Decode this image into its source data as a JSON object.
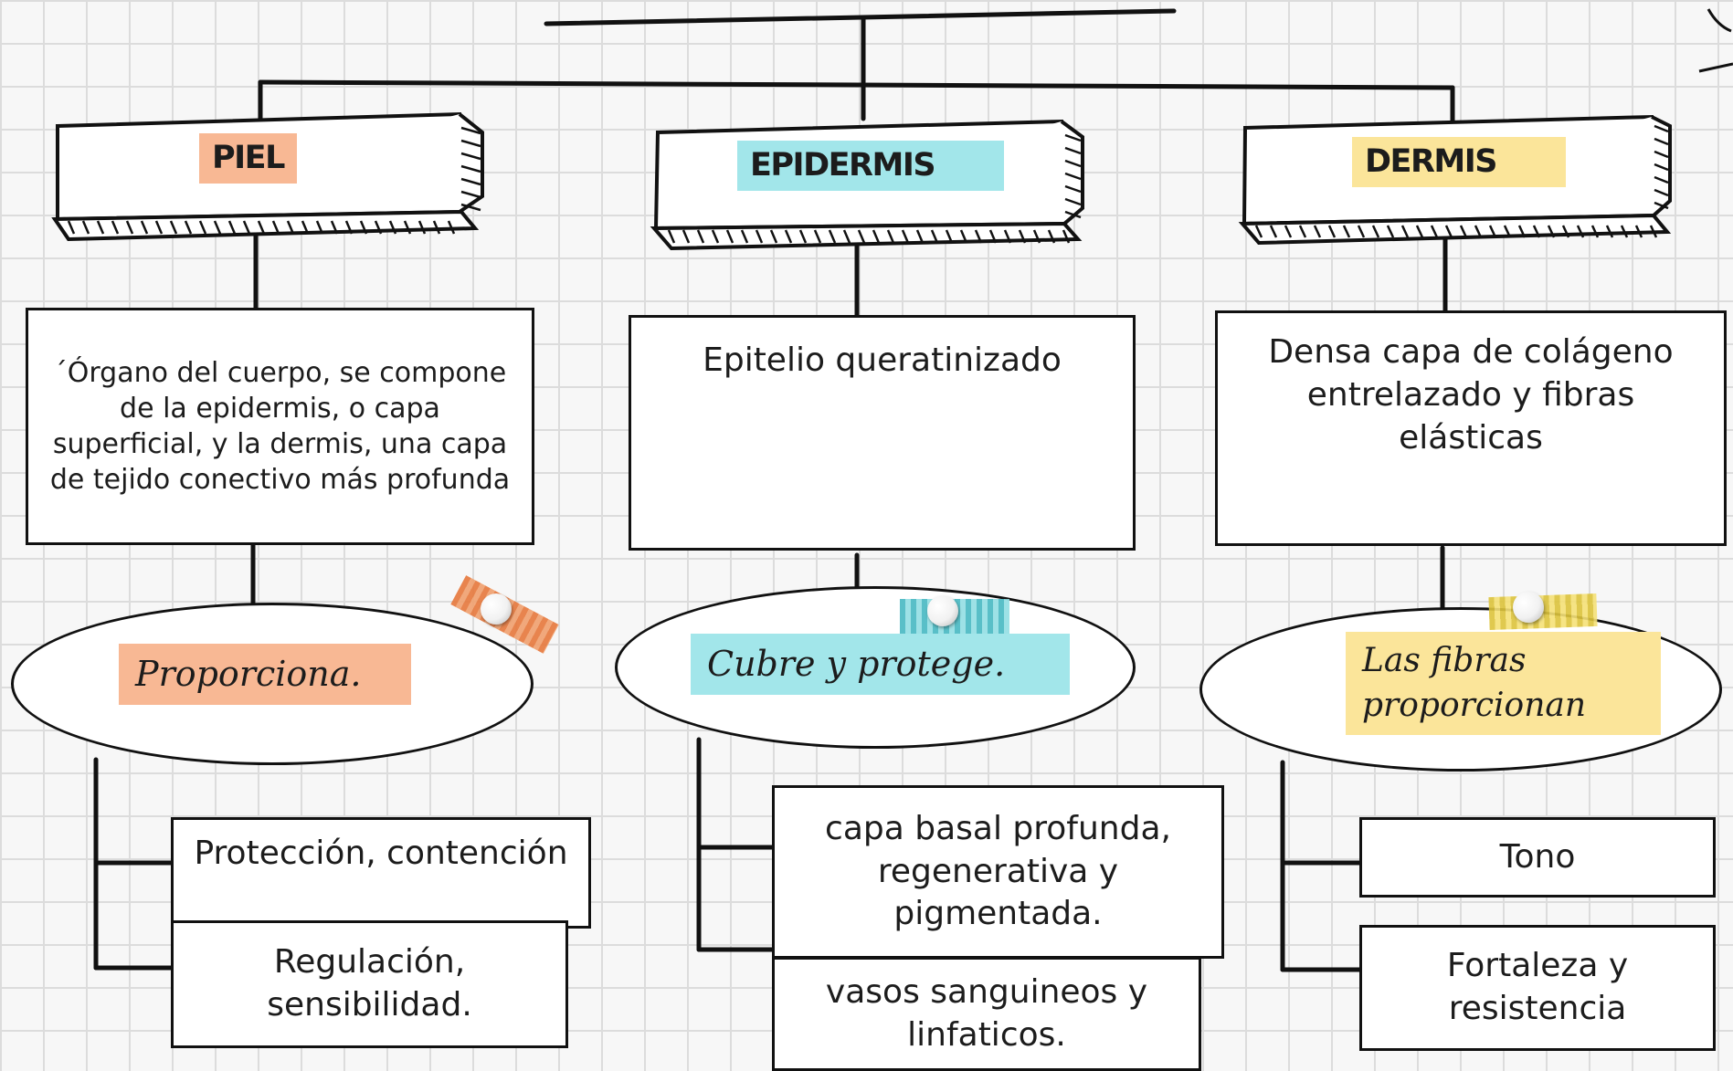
{
  "colors": {
    "piel": "#f8b894",
    "epidermis": "#a2e6ea",
    "dermis": "#fbe59a",
    "line": "#111111"
  },
  "columns": [
    {
      "title": "PIEL",
      "definition": "´Órgano del cuerpo, se compone de la epidermis, o capa superficial, y la dermis, una capa de tejido conectivo más profunda",
      "action": "Proporciona.",
      "items": [
        "Protección, contención",
        "Regulación, sensibilidad."
      ]
    },
    {
      "title": "EPIDERMIS",
      "definition": "Epitelio queratinizado",
      "action": "Cubre y protege.",
      "items": [
        "capa basal profunda, regenerativa y pigmentada.",
        "vasos sanguineos y linfaticos."
      ]
    },
    {
      "title": "DERMIS",
      "definition": "Densa capa de colágeno entrelazado y fibras elásticas",
      "action": "Las fibras proporcionan",
      "items": [
        "Tono",
        "Fortaleza y resistencia"
      ]
    }
  ]
}
